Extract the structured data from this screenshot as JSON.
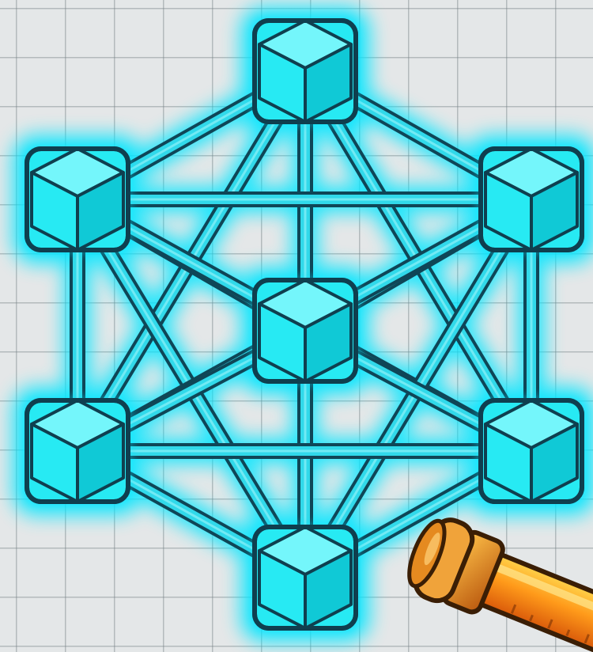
{
  "scene": {
    "theme": "neon-molecule-grid",
    "colors": {
      "background": "#e4e7e8",
      "grid_line": "#8a9396",
      "node_fill": "#27eaf3",
      "node_top": "#74f6fb",
      "node_side": "#10c9d6",
      "node_outline": "#0f3f4f",
      "edge_fill": "#31d9ea",
      "edge_outline": "#0f4657",
      "glow": "#00e6ff",
      "tool_orange": "#ff9a1a",
      "tool_outline": "#3a1e05"
    },
    "nodes": [
      {
        "id": "top",
        "icon": "cube-icon"
      },
      {
        "id": "upper-left",
        "icon": "cube-icon"
      },
      {
        "id": "upper-right",
        "icon": "cube-icon"
      },
      {
        "id": "center",
        "icon": "cube-icon"
      },
      {
        "id": "lower-left",
        "icon": "cube-icon"
      },
      {
        "id": "lower-right",
        "icon": "cube-icon"
      },
      {
        "id": "bottom",
        "icon": "cube-icon"
      }
    ],
    "edges": [
      [
        "top",
        "upper-left"
      ],
      [
        "top",
        "upper-right"
      ],
      [
        "top",
        "center"
      ],
      [
        "top",
        "lower-left"
      ],
      [
        "top",
        "lower-right"
      ],
      [
        "upper-left",
        "upper-right"
      ],
      [
        "upper-left",
        "center"
      ],
      [
        "upper-left",
        "lower-left"
      ],
      [
        "upper-left",
        "bottom"
      ],
      [
        "upper-left",
        "lower-right"
      ],
      [
        "upper-right",
        "center"
      ],
      [
        "upper-right",
        "lower-right"
      ],
      [
        "upper-right",
        "bottom"
      ],
      [
        "upper-right",
        "lower-left"
      ],
      [
        "center",
        "lower-left"
      ],
      [
        "center",
        "lower-right"
      ],
      [
        "center",
        "bottom"
      ],
      [
        "lower-left",
        "lower-right"
      ],
      [
        "lower-left",
        "bottom"
      ],
      [
        "lower-right",
        "bottom"
      ]
    ],
    "tool": {
      "icon": "pipe-tool-icon"
    }
  }
}
